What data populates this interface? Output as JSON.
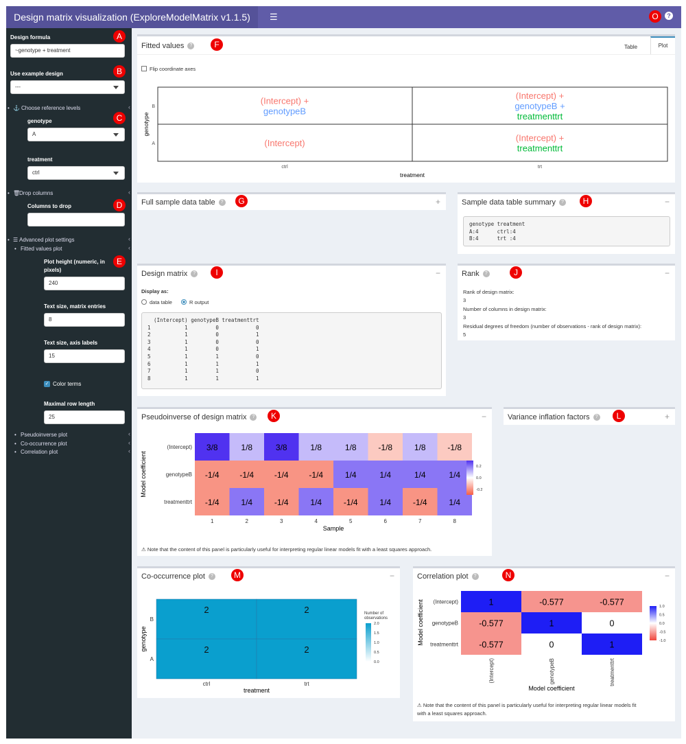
{
  "header": {
    "title": "Design matrix visualization (ExploreModelMatrix v1.1.5)",
    "menu_icon": "hamburger-icon",
    "help_icon": "question-icon"
  },
  "badges": {
    "A": "A",
    "B": "B",
    "C": "C",
    "D": "D",
    "E": "E",
    "F": "F",
    "G": "G",
    "H": "H",
    "I": "I",
    "J": "J",
    "K": "K",
    "L": "L",
    "M": "M",
    "N": "N",
    "O": "O"
  },
  "sidebar": {
    "design_formula_label": "Design formula",
    "design_formula_value": "~genotype + treatment",
    "example_design_label": "Use example design",
    "example_design_value": "---",
    "ref_levels_label": "Choose reference levels",
    "genotype_label": "genotype",
    "genotype_value": "A",
    "treatment_label": "treatment",
    "treatment_value": "ctrl",
    "drop_columns_label": "Drop columns",
    "columns_to_drop_label": "Columns to drop",
    "columns_to_drop_value": "",
    "advanced_label": "Advanced plot settings",
    "fitted_values_plot_label": "Fitted values plot",
    "plot_height_label1": "Plot height (numeric, in",
    "plot_height_label2": "pixels)",
    "plot_height_value": "240",
    "text_size_matrix_label": "Text size, matrix entries",
    "text_size_matrix_value": "8",
    "text_size_axis_label": "Text size, axis labels",
    "text_size_axis_value": "15",
    "color_terms_label": "Color terms",
    "max_row_length_label": "Maximal row length",
    "max_row_length_value": "25",
    "pseudoinverse_plot_label": "Pseudoinverse plot",
    "cooccurrence_plot_label": "Co-occurrence plot",
    "correlation_plot_label": "Correlation plot"
  },
  "fitted": {
    "title": "Fitted values",
    "tab_table": "Table",
    "tab_plot": "Plot",
    "flip_label": "Flip coordinate axes",
    "ylabel": "genotype",
    "xlabel": "treatment",
    "x_ticks": [
      "ctrl",
      "trt"
    ],
    "y_ticks": [
      "B",
      "A"
    ],
    "cells": {
      "b_ctrl": [
        {
          "t": "(Intercept) +",
          "c": "#f8766d"
        },
        {
          "t": "genotypeB",
          "c": "#619cff"
        }
      ],
      "b_trt": [
        {
          "t": "(Intercept) +",
          "c": "#f8766d"
        },
        {
          "t": "genotypeB +",
          "c": "#619cff"
        },
        {
          "t": "treatmenttrt",
          "c": "#00ba38"
        }
      ],
      "a_ctrl": [
        {
          "t": "(Intercept)",
          "c": "#f8766d"
        }
      ],
      "a_trt": [
        {
          "t": "(Intercept) +",
          "c": "#f8766d"
        },
        {
          "t": "treatmenttrt",
          "c": "#00ba38"
        }
      ]
    }
  },
  "full_sample": {
    "title": "Full sample data table",
    "tool": "+"
  },
  "summary": {
    "title": "Sample data table summary",
    "tool": "−",
    "text": "genotype treatment\nA:4      ctrl:4\nB:4      trt :4"
  },
  "design_matrix": {
    "title": "Design matrix",
    "tool": "−",
    "display_as": "Display as:",
    "opt1": "data table",
    "opt2": "R output",
    "text": "  (Intercept) genotypeB treatmenttrt\n1           1         0            0\n2           1         0            1\n3           1         0            0\n4           1         0            1\n5           1         1            0\n6           1         1            1\n7           1         1            0\n8           1         1            1"
  },
  "rank": {
    "title": "Rank",
    "tool": "−",
    "l1": "Rank of design matrix:",
    "v1": "3",
    "l2": "Number of columns in design matrix:",
    "v2": "3",
    "l3": "Residual degrees of freedom (number of observations - rank of design matrix):",
    "v3": "5"
  },
  "pinv": {
    "title": "Pseudoinverse of design matrix",
    "tool": "−",
    "note": "Note that the content of this panel is particularly useful for interpreting regular linear models fit with a least squares approach.",
    "chart_data": {
      "type": "heatmap",
      "rows": [
        "(Intercept)",
        "genotypeB",
        "treatmenttrt"
      ],
      "columns": [
        "1",
        "2",
        "3",
        "4",
        "5",
        "6",
        "7",
        "8"
      ],
      "values": [
        [
          0.375,
          0.125,
          0.375,
          0.125,
          0.125,
          -0.125,
          0.125,
          -0.125
        ],
        [
          -0.25,
          -0.25,
          -0.25,
          -0.25,
          0.25,
          0.25,
          0.25,
          0.25
        ],
        [
          -0.25,
          0.25,
          -0.25,
          0.25,
          -0.25,
          0.25,
          -0.25,
          0.25
        ]
      ],
      "labels": [
        [
          "3/8",
          "1/8",
          "3/8",
          "1/8",
          "1/8",
          "-1/8",
          "1/8",
          "-1/8"
        ],
        [
          "-1/4",
          "-1/4",
          "-1/4",
          "-1/4",
          "1/4",
          "1/4",
          "1/4",
          "1/4"
        ],
        [
          "-1/4",
          "1/4",
          "-1/4",
          "1/4",
          "-1/4",
          "1/4",
          "-1/4",
          "1/4"
        ]
      ],
      "xlabel": "Sample",
      "ylabel": "Model coefficient",
      "legend_ticks": [
        "0.2",
        "0.0",
        "-0.2"
      ]
    }
  },
  "vif": {
    "title": "Variance inflation factors",
    "tool": "+"
  },
  "cooc": {
    "title": "Co-occurrence plot",
    "tool": "−",
    "chart_data": {
      "type": "heatmap",
      "rows": [
        "B",
        "A"
      ],
      "columns": [
        "ctrl",
        "trt"
      ],
      "values": [
        [
          2,
          2
        ],
        [
          2,
          2
        ]
      ],
      "xlabel": "treatment",
      "ylabel": "genotype",
      "legend_title1": "Number of",
      "legend_title2": "observations",
      "legend_ticks": [
        "2.0",
        "1.5",
        "1.0",
        "0.5",
        "0.0"
      ]
    }
  },
  "corr": {
    "title": "Correlation plot",
    "tool": "−",
    "note1": "Note that the content of this panel is particularly useful for interpreting regular linear models fit",
    "note2": "with a least squares approach.",
    "chart_data": {
      "type": "heatmap",
      "rows": [
        "(Intercept)",
        "genotypeB",
        "treatmenttrt"
      ],
      "columns": [
        "(Intercept)",
        "genotypeB",
        "treatmenttrt"
      ],
      "values": [
        [
          1,
          -0.577,
          -0.577
        ],
        [
          -0.577,
          1,
          0
        ],
        [
          -0.577,
          0,
          1
        ]
      ],
      "labels": [
        [
          "1",
          "-0.577",
          "-0.577"
        ],
        [
          "-0.577",
          "1",
          "0"
        ],
        [
          "-0.577",
          "0",
          "1"
        ]
      ],
      "xlabel": "Model coefficient",
      "ylabel": "Model coefficient",
      "legend_ticks": [
        "1.0",
        "0.5",
        "0.0",
        "-0.5",
        "-1.0"
      ]
    }
  }
}
